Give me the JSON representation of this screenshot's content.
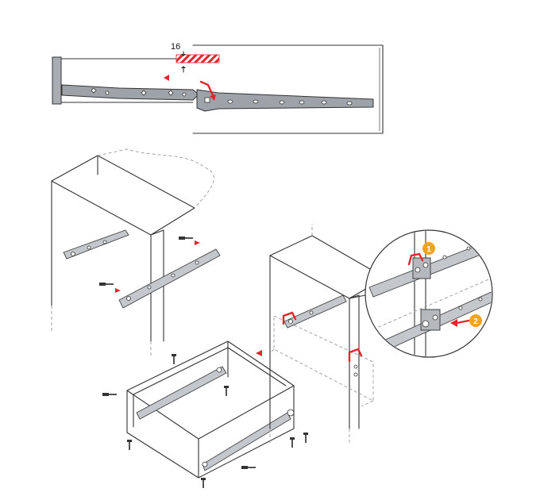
{
  "dimension_label": "16",
  "steps": [
    "1",
    "2"
  ],
  "colors": {
    "accent_red": "#e3262b",
    "badge_orange": "#f0a51e",
    "rail_gray": "#9ea3aa",
    "line": "#333333"
  },
  "icons": [
    "screw-icon",
    "arrow-icon",
    "hatch-spacer"
  ]
}
